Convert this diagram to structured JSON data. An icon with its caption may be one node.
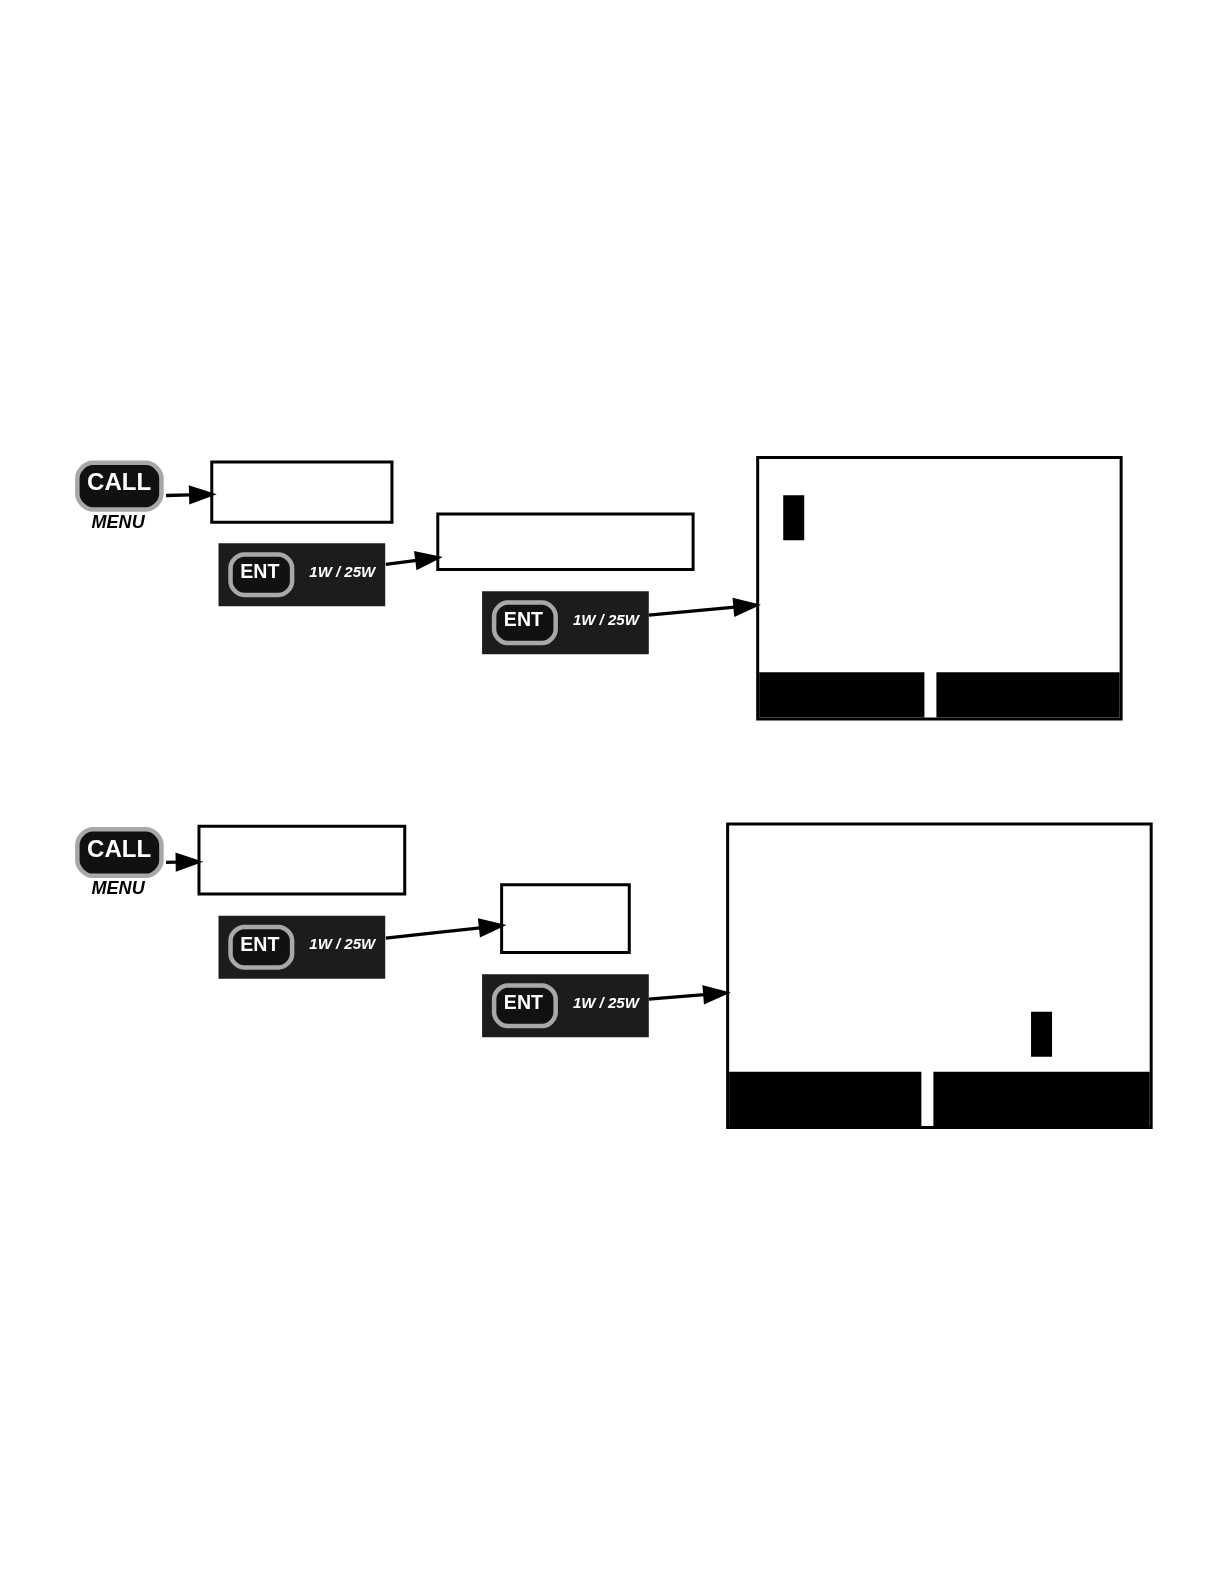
{
  "diagram": {
    "nodes": [
      {
        "text": [
          "CALL"
        ],
        "beside": [
          "MENU"
        ]
      },
      {
        "text": [],
        "shape": "box"
      },
      {
        "text": [
          "ENT",
          "1W / 25W"
        ]
      },
      {
        "text": [],
        "shape": "box"
      },
      {
        "text": [
          "ENT",
          "1W / 25W"
        ]
      },
      {
        "text": [],
        "shape": "box"
      },
      {
        "text": [
          "CALL"
        ],
        "beside": [
          "MENU"
        ]
      },
      {
        "text": [],
        "shape": "box"
      },
      {
        "text": [
          "ENT",
          "1W / 25W"
        ]
      },
      {
        "text": [],
        "shape": "box"
      },
      {
        "text": [
          "ENT",
          "1W / 25W"
        ]
      },
      {
        "text": [],
        "shape": "box"
      }
    ],
    "edges": [
      {
        "from": 0,
        "to": 1,
        "arrow": "to"
      },
      {
        "from": 2,
        "to": 3,
        "arrow": "to"
      },
      {
        "from": 4,
        "to": 5,
        "arrow": "to"
      },
      {
        "from": 6,
        "to": 7,
        "arrow": "to"
      },
      {
        "from": 8,
        "to": 9,
        "arrow": "to"
      },
      {
        "from": 10,
        "to": 11,
        "arrow": "to"
      }
    ]
  }
}
